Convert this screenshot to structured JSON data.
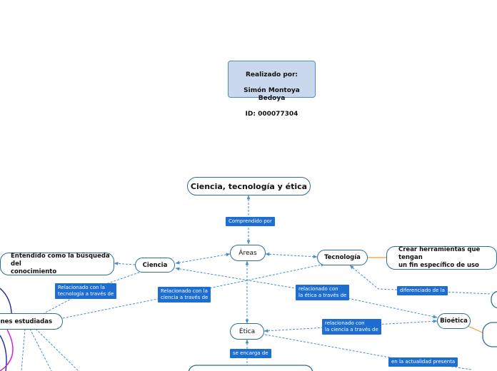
{
  "note": {
    "line1": "Realizado por:",
    "line2": "Simón Montoya Bedoya",
    "line3": "ID: 000077304"
  },
  "nodes": {
    "root": "Ciencia, tecnología y ética",
    "areas": "Áreas",
    "ciencia": "Ciencia",
    "tecnologia": "Tecnología",
    "etica": "Ética",
    "bioetica": "Bioética",
    "ciencia_def": "Entendido como la búsqueda del\nconocimiento",
    "tecnologia_def": "Crear herramientas que tengan\nun fin específico de uso",
    "relaciones": "Relaciones estudiadas"
  },
  "labels": {
    "comprendido": "Comprendido por",
    "rel_tec": "Relacionado con la\ntecnología a través de",
    "rel_cien": "Relacionado con la\nciencia a través de",
    "rel_etica": "relacionado con\nla ética a través de",
    "rel_cien2": "relacionado con\nla ciencia a través de",
    "diferenciado": "diferenciado de la",
    "encarga": "se encarga de",
    "actualidad": "en la actualidad presenta"
  },
  "colors": {
    "link": "#4a8dcd",
    "node_border": "#2a6f95",
    "label_bg": "#1e6ed2",
    "note_bg": "#c9d8ec",
    "orange": "#f0a030",
    "magenta": "#d41ad4",
    "navy": "#1a2a9a"
  }
}
